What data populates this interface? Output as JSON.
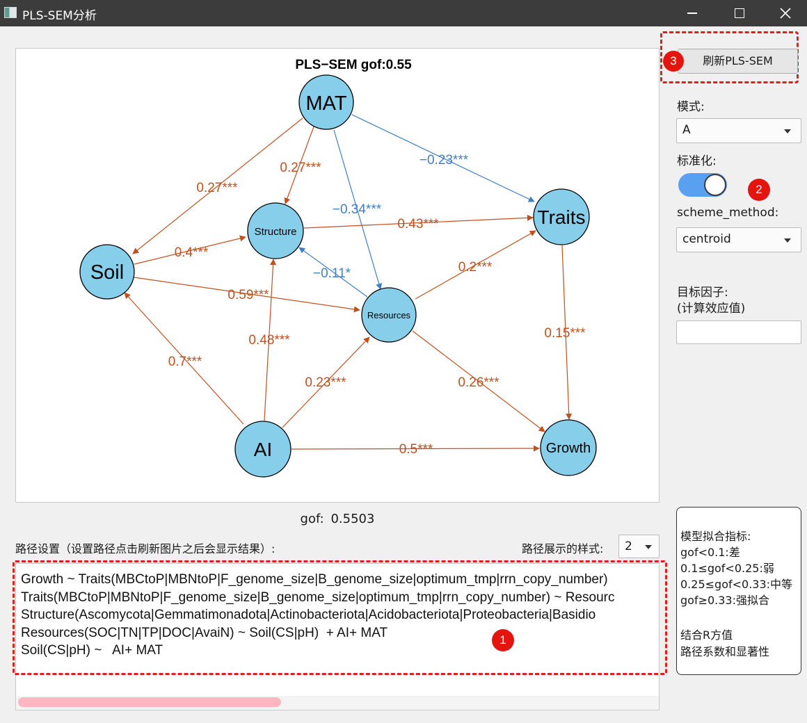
{
  "window": {
    "title": "PLS-SEM分析",
    "icons": {
      "app": "app-icon",
      "minimize": "minimize-icon",
      "maximize": "maximize-icon",
      "close": "close-icon"
    }
  },
  "plot": {
    "title": "PLS−SEM gof:0.55",
    "colors": {
      "positive": "#c0501f",
      "negative": "#3f7fc4",
      "node_fill": "#87ceeb"
    },
    "nodes": {
      "mat": "MAT",
      "traits": "Traits",
      "soil": "Soil",
      "structure": "Structure",
      "resources": "Resources",
      "ai": "AI",
      "growth": "Growth"
    },
    "paths": [
      {
        "id": "mat-soil",
        "label": "0.27***",
        "sign": "positive"
      },
      {
        "id": "mat-structure",
        "label": "0.27***",
        "sign": "positive"
      },
      {
        "id": "mat-resources",
        "label": "−0.34***",
        "sign": "negative"
      },
      {
        "id": "mat-traits",
        "label": "−0.23***",
        "sign": "negative"
      },
      {
        "id": "soil-structure",
        "label": "0.4***",
        "sign": "positive"
      },
      {
        "id": "structure-traits",
        "label": "0.43***",
        "sign": "positive"
      },
      {
        "id": "resources-structure",
        "label": "−0.11*",
        "sign": "negative"
      },
      {
        "id": "resources-traits",
        "label": "0.2***",
        "sign": "positive"
      },
      {
        "id": "soil-resources",
        "label": "0.59***",
        "sign": "positive"
      },
      {
        "id": "traits-growth",
        "label": "0.15***",
        "sign": "positive"
      },
      {
        "id": "ai-soil",
        "label": "0.7***",
        "sign": "positive"
      },
      {
        "id": "ai-structure",
        "label": "0.48***",
        "sign": "positive"
      },
      {
        "id": "ai-resources",
        "label": "0.23***",
        "sign": "positive"
      },
      {
        "id": "resources-growth",
        "label": "0.26***",
        "sign": "positive"
      },
      {
        "id": "ai-growth",
        "label": "0.5***",
        "sign": "positive"
      }
    ]
  },
  "gof": {
    "label": "gof:",
    "value": "0.5503"
  },
  "path_settings": {
    "label": "路径设置（设置路径点击刷新图片之后会显示结果）:",
    "style_label": "路径展示的样式:",
    "style_value": "2",
    "lines": [
      "Growth ~ Traits(MBCtoP|MBNtoP|F_genome_size|B_genome_size|optimum_tmp|rrn_copy_number)",
      "Traits(MBCtoP|MBNtoP|F_genome_size|B_genome_size|optimum_tmp|rrn_copy_number) ~ Resourc",
      "Structure(Ascomycota|Gemmatimonadota|Actinobacteriota|Acidobacteriota|Proteobacteria|Basidio",
      "Resources(SOC|TN|TP|DOC|AvaiN) ~ Soil(CS|pH)  + AI+ MAT",
      "Soil(CS|pH) ~   AI+ MAT"
    ]
  },
  "badges": {
    "one": "1",
    "two": "2",
    "three": "3"
  },
  "sidebar": {
    "refresh_button": "刷新PLS-SEM",
    "mode_label": "模式:",
    "mode_value": "A",
    "standardize_label": "标准化:",
    "standardize_on": true,
    "scheme_label": "scheme_method:",
    "scheme_value": "centroid",
    "target_label_1": "目标因子:",
    "target_label_2": "(计算效应值)",
    "target_value": ""
  },
  "fit_indicators": {
    "title": "模型拟合指标:",
    "lines": [
      "gof<0.1:差",
      "0.1≤gof<0.25:弱",
      "0.25≤gof<0.33:中等",
      "gof≥0.33:强拟合"
    ],
    "notes": [
      "结合R方值",
      "路径系数和显著性"
    ]
  }
}
